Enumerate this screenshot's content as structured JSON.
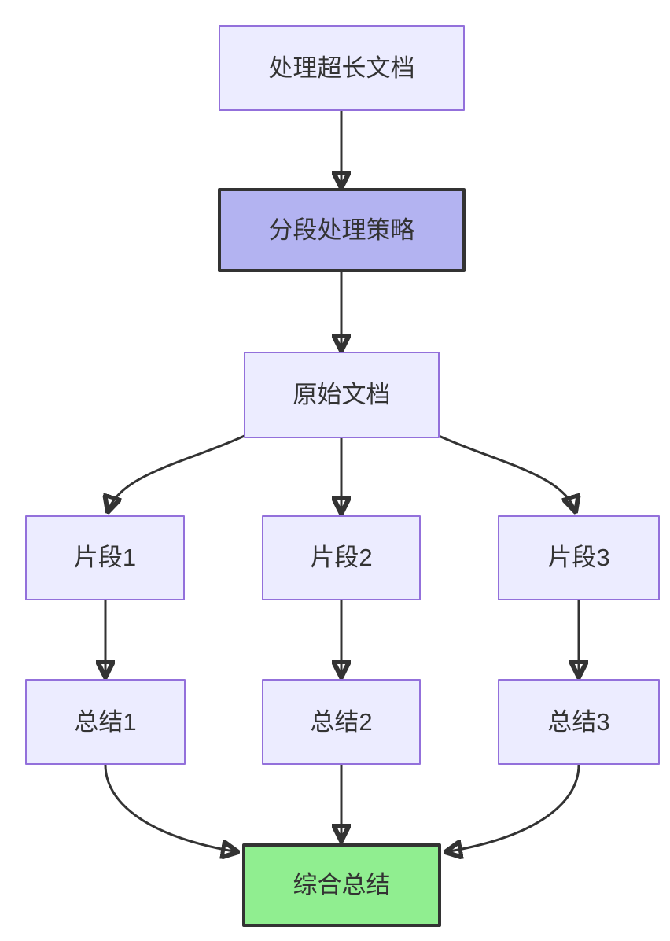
{
  "diagram": {
    "type": "flowchart-top-down",
    "nodes": [
      {
        "id": "A",
        "label": "处理超长文档",
        "style": "default"
      },
      {
        "id": "B",
        "label": "分段处理策略",
        "style": "emphasis"
      },
      {
        "id": "C",
        "label": "原始文档",
        "style": "default"
      },
      {
        "id": "D1",
        "label": "片段1",
        "style": "default"
      },
      {
        "id": "D2",
        "label": "片段2",
        "style": "default"
      },
      {
        "id": "D3",
        "label": "片段3",
        "style": "default"
      },
      {
        "id": "E1",
        "label": "总结1",
        "style": "default"
      },
      {
        "id": "E2",
        "label": "总结2",
        "style": "default"
      },
      {
        "id": "E3",
        "label": "总结3",
        "style": "default"
      },
      {
        "id": "F",
        "label": "综合总结",
        "style": "success"
      }
    ],
    "edges": [
      {
        "from": "处理超长文档",
        "to": "分段处理策略"
      },
      {
        "from": "分段处理策略",
        "to": "原始文档"
      },
      {
        "from": "原始文档",
        "to": "片段1"
      },
      {
        "from": "原始文档",
        "to": "片段2"
      },
      {
        "from": "原始文档",
        "to": "片段3"
      },
      {
        "from": "片段1",
        "to": "总结1"
      },
      {
        "from": "片段2",
        "to": "总结2"
      },
      {
        "from": "片段3",
        "to": "总结3"
      },
      {
        "from": "总结1",
        "to": "综合总结"
      },
      {
        "from": "总结2",
        "to": "综合总结"
      },
      {
        "from": "总结3",
        "to": "综合总结"
      }
    ],
    "colors": {
      "background": "#ffffff",
      "node_fill": "#ECECFF",
      "node_border": "#9370DB",
      "emphasis_fill": "#b3b3f1",
      "emphasis_border": "#333333",
      "success_fill": "#90EE90",
      "success_border": "#333333",
      "edge": "#333333",
      "text": "#333333"
    }
  }
}
